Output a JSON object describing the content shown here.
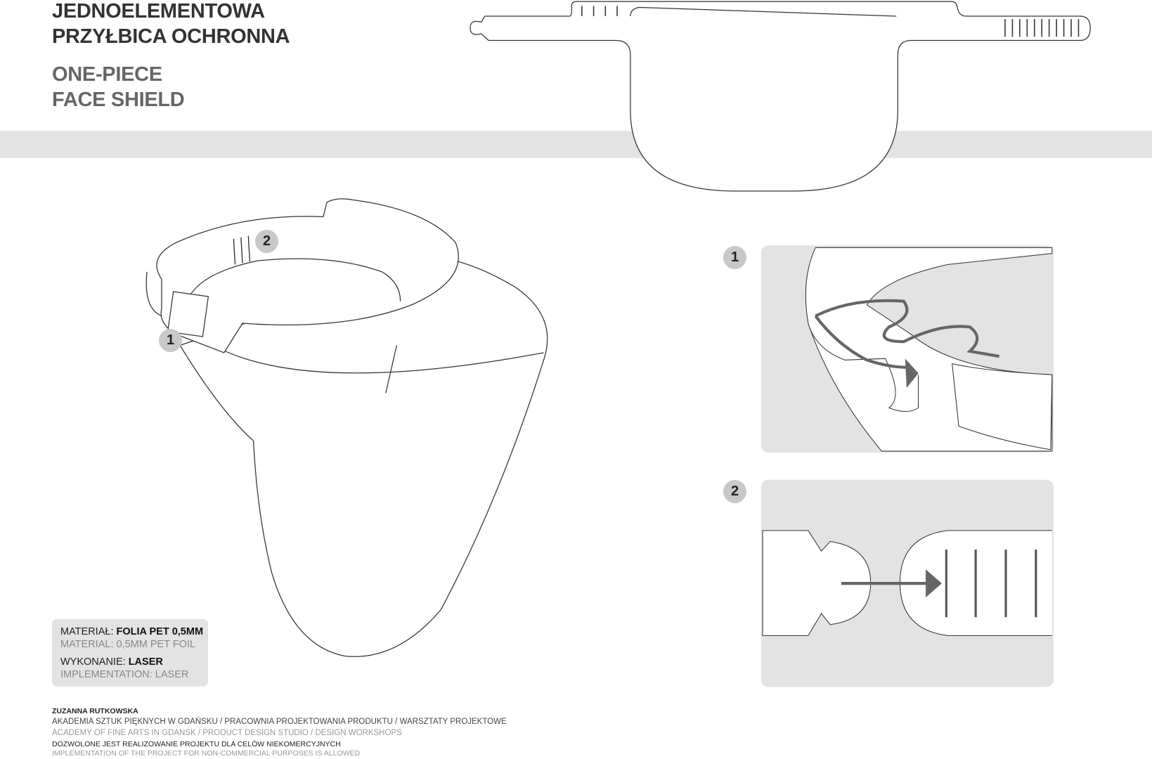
{
  "title": {
    "polish_line1": "JEDNOELEMENTOWA",
    "polish_line2": "PRZYŁBICA OCHRONNA",
    "english_line1": "ONE-PIECE",
    "english_line2": "FACE SHIELD"
  },
  "callouts": {
    "main_1": "1",
    "main_2": "2",
    "detail_1": "1",
    "detail_2": "2"
  },
  "material_box": {
    "material_pl_label": "MATERIAŁ: ",
    "material_pl_value": "FOLIA PET 0,5MM",
    "material_en": "MATERIAL: 0,5MM PET FOIL",
    "implementation_pl_label": "WYKONANIE: ",
    "implementation_pl_value": "LASER",
    "implementation_en": "IMPLEMENTATION: LASER"
  },
  "footer": {
    "author": "ZUZANNA RUTKOWSKA",
    "institution_pl": "AKADEMIA SZTUK PIĘKNYCH W GDAŃSKU / PRACOWNIA PROJEKTOWANIA PRODUKTU / WARSZTATY PROJEKTOWE",
    "institution_en": "ACADEMY OF FINE ARTS IN GDANSK / PRODUCT DESIGN STUDIO / DESIGN WORKSHOPS",
    "license_pl": "DOZWOLONE JEST REALIZOWANIE PROJEKTU DLA CELÓW NIEKOMERCYJNYCH",
    "license_en": "IMPLEMENTATION OF THE PROJECT FOR NON-COMMERCIAL PURPOSES IS ALLOWED"
  },
  "colors": {
    "panel_gray": "#e3e3e3",
    "arrow_gray": "#666666",
    "badge_gray": "#c8c8c8",
    "line": "#333333"
  }
}
